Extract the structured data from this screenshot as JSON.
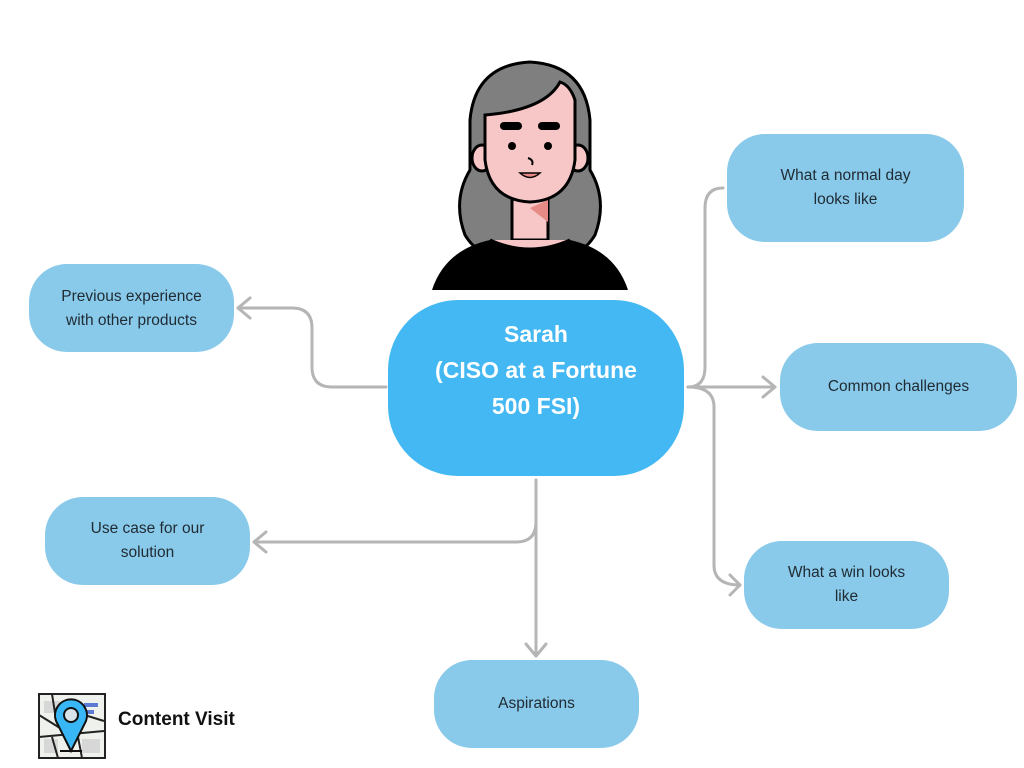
{
  "diagram": {
    "type": "mind-map",
    "colors": {
      "center_node": "#44b8f3",
      "branch_node": "#89caea",
      "connector": "#b5b5b5",
      "center_text": "#ffffff",
      "branch_text": "#1f2a33"
    },
    "center": {
      "lines": [
        "Sarah",
        "(CISO at a Fortune",
        "500 FSI)"
      ],
      "avatar": "woman-persona-illustration"
    },
    "branches": [
      {
        "id": "normal-day",
        "lines": [
          "What a normal day",
          "looks like"
        ]
      },
      {
        "id": "challenges",
        "lines": [
          "Common challenges"
        ]
      },
      {
        "id": "win",
        "lines": [
          "What a win looks",
          "like"
        ]
      },
      {
        "id": "previous",
        "lines": [
          "Previous experience",
          "with other products"
        ]
      },
      {
        "id": "usecase",
        "lines": [
          "Use case for our",
          "solution"
        ]
      },
      {
        "id": "aspirations",
        "lines": [
          "Aspirations"
        ]
      }
    ]
  },
  "legend": {
    "icon": "map-pin-icon",
    "label": "Content Visit"
  }
}
